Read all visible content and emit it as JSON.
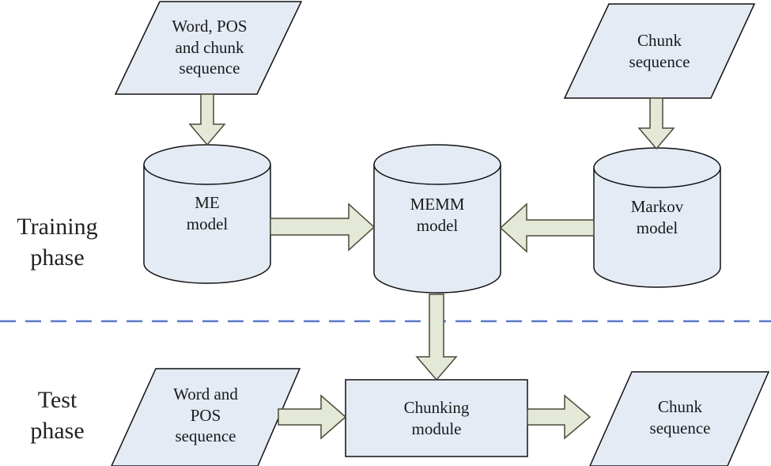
{
  "phases": {
    "training": "Training\nphase",
    "test": "Test\nphase"
  },
  "nodes": {
    "input_word_pos_chunk": "Word, POS\nand chunk\nsequence",
    "input_chunk_sequence": "Chunk\nsequence",
    "me_model": "ME\nmodel",
    "memm_model": "MEMM\nmodel",
    "markov_model": "Markov\nmodel",
    "test_input": "Word and\nPOS\nsequence",
    "chunking_module": "Chunking\nmodule",
    "output_chunk_sequence": "Chunk\nsequence"
  },
  "colors": {
    "shape_fill": "#e4ebf5",
    "shape_stroke": "#111111",
    "arrow_fill": "#e4e8d7",
    "arrow_stroke": "#4a4a3a",
    "divider": "#5b79c8"
  }
}
